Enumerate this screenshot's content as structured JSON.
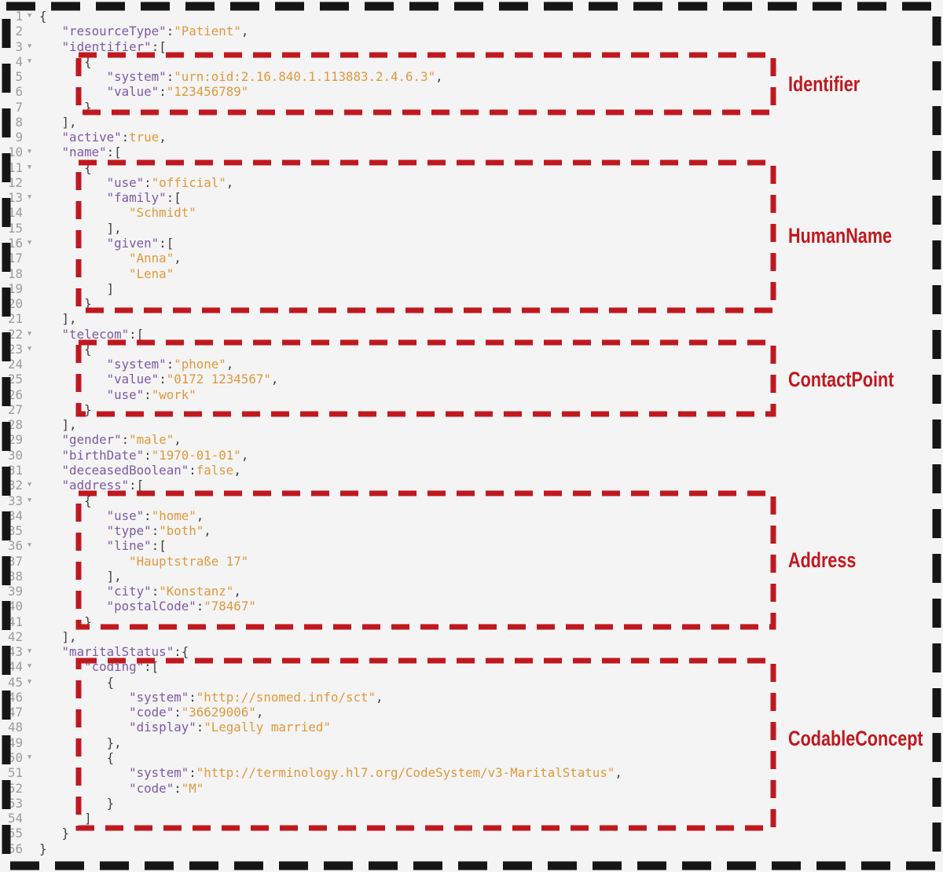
{
  "colors": {
    "background": "#f4f4f4",
    "key": "#7e59a6",
    "string": "#e0993c",
    "boolean": "#e0993c",
    "punctuation": "#414141",
    "line_number": "#9c9c9c",
    "fold_arrow": "#a2a2a2",
    "annotation_red": "#c0181f",
    "border_black": "#161616"
  },
  "editor": {
    "language": "json",
    "resource_type": "Patient",
    "fold_arrow_glyph": "▼",
    "lines": [
      {
        "n": 1,
        "f": 1,
        "c": [
          [
            "p",
            "{"
          ]
        ]
      },
      {
        "n": 2,
        "f": 0,
        "c": [
          [
            "p",
            "   "
          ],
          [
            "k",
            "\"resourceType\""
          ],
          [
            "p",
            ":"
          ],
          [
            "s",
            "\"Patient\""
          ],
          [
            "p",
            ","
          ]
        ]
      },
      {
        "n": 3,
        "f": 1,
        "c": [
          [
            "p",
            "   "
          ],
          [
            "k",
            "\"identifier\""
          ],
          [
            "p",
            ":["
          ]
        ]
      },
      {
        "n": 4,
        "f": 1,
        "c": [
          [
            "p",
            "      {"
          ]
        ]
      },
      {
        "n": 5,
        "f": 0,
        "c": [
          [
            "p",
            "         "
          ],
          [
            "k",
            "\"system\""
          ],
          [
            "p",
            ":"
          ],
          [
            "s",
            "\"urn:oid:2.16.840.1.113883.2.4.6.3\""
          ],
          [
            "p",
            ","
          ]
        ]
      },
      {
        "n": 6,
        "f": 0,
        "c": [
          [
            "p",
            "         "
          ],
          [
            "k",
            "\"value\""
          ],
          [
            "p",
            ":"
          ],
          [
            "s",
            "\"123456789\""
          ]
        ]
      },
      {
        "n": 7,
        "f": 0,
        "c": [
          [
            "p",
            "      }"
          ]
        ]
      },
      {
        "n": 8,
        "f": 0,
        "c": [
          [
            "p",
            "   ],"
          ]
        ]
      },
      {
        "n": 9,
        "f": 0,
        "c": [
          [
            "p",
            "   "
          ],
          [
            "k",
            "\"active\""
          ],
          [
            "p",
            ":"
          ],
          [
            "b",
            "true"
          ],
          [
            "p",
            ","
          ]
        ]
      },
      {
        "n": 10,
        "f": 1,
        "c": [
          [
            "p",
            "   "
          ],
          [
            "k",
            "\"name\""
          ],
          [
            "p",
            ":["
          ]
        ]
      },
      {
        "n": 11,
        "f": 1,
        "c": [
          [
            "p",
            "      {"
          ]
        ]
      },
      {
        "n": 12,
        "f": 0,
        "c": [
          [
            "p",
            "         "
          ],
          [
            "k",
            "\"use\""
          ],
          [
            "p",
            ":"
          ],
          [
            "s",
            "\"official\""
          ],
          [
            "p",
            ","
          ]
        ]
      },
      {
        "n": 13,
        "f": 1,
        "c": [
          [
            "p",
            "         "
          ],
          [
            "k",
            "\"family\""
          ],
          [
            "p",
            ":["
          ]
        ]
      },
      {
        "n": 14,
        "f": 0,
        "c": [
          [
            "p",
            "            "
          ],
          [
            "s",
            "\"Schmidt\""
          ]
        ]
      },
      {
        "n": 15,
        "f": 0,
        "c": [
          [
            "p",
            "         ],"
          ]
        ]
      },
      {
        "n": 16,
        "f": 1,
        "c": [
          [
            "p",
            "         "
          ],
          [
            "k",
            "\"given\""
          ],
          [
            "p",
            ":["
          ]
        ]
      },
      {
        "n": 17,
        "f": 0,
        "c": [
          [
            "p",
            "            "
          ],
          [
            "s",
            "\"Anna\""
          ],
          [
            "p",
            ","
          ]
        ]
      },
      {
        "n": 18,
        "f": 0,
        "c": [
          [
            "p",
            "            "
          ],
          [
            "s",
            "\"Lena\""
          ]
        ]
      },
      {
        "n": 19,
        "f": 0,
        "c": [
          [
            "p",
            "         ]"
          ]
        ]
      },
      {
        "n": 20,
        "f": 0,
        "c": [
          [
            "p",
            "      }"
          ]
        ]
      },
      {
        "n": 21,
        "f": 0,
        "c": [
          [
            "p",
            "   ],"
          ]
        ]
      },
      {
        "n": 22,
        "f": 1,
        "c": [
          [
            "p",
            "   "
          ],
          [
            "k",
            "\"telecom\""
          ],
          [
            "p",
            ":["
          ]
        ]
      },
      {
        "n": 23,
        "f": 1,
        "c": [
          [
            "p",
            "      {"
          ]
        ]
      },
      {
        "n": 24,
        "f": 0,
        "c": [
          [
            "p",
            "         "
          ],
          [
            "k",
            "\"system\""
          ],
          [
            "p",
            ":"
          ],
          [
            "s",
            "\"phone\""
          ],
          [
            "p",
            ","
          ]
        ]
      },
      {
        "n": 25,
        "f": 0,
        "c": [
          [
            "p",
            "         "
          ],
          [
            "k",
            "\"value\""
          ],
          [
            "p",
            ":"
          ],
          [
            "s",
            "\"0172 1234567\""
          ],
          [
            "p",
            ","
          ]
        ]
      },
      {
        "n": 26,
        "f": 0,
        "c": [
          [
            "p",
            "         "
          ],
          [
            "k",
            "\"use\""
          ],
          [
            "p",
            ":"
          ],
          [
            "s",
            "\"work\""
          ]
        ]
      },
      {
        "n": 27,
        "f": 0,
        "c": [
          [
            "p",
            "      }"
          ]
        ]
      },
      {
        "n": 28,
        "f": 0,
        "c": [
          [
            "p",
            "   ],"
          ]
        ]
      },
      {
        "n": 29,
        "f": 0,
        "c": [
          [
            "p",
            "   "
          ],
          [
            "k",
            "\"gender\""
          ],
          [
            "p",
            ":"
          ],
          [
            "s",
            "\"male\""
          ],
          [
            "p",
            ","
          ]
        ]
      },
      {
        "n": 30,
        "f": 0,
        "c": [
          [
            "p",
            "   "
          ],
          [
            "k",
            "\"birthDate\""
          ],
          [
            "p",
            ":"
          ],
          [
            "s",
            "\"1970-01-01\""
          ],
          [
            "p",
            ","
          ]
        ]
      },
      {
        "n": 31,
        "f": 0,
        "c": [
          [
            "p",
            "   "
          ],
          [
            "k",
            "\"deceasedBoolean\""
          ],
          [
            "p",
            ":"
          ],
          [
            "b",
            "false"
          ],
          [
            "p",
            ","
          ]
        ]
      },
      {
        "n": 32,
        "f": 1,
        "c": [
          [
            "p",
            "   "
          ],
          [
            "k",
            "\"address\""
          ],
          [
            "p",
            ":["
          ]
        ]
      },
      {
        "n": 33,
        "f": 1,
        "c": [
          [
            "p",
            "      {"
          ]
        ]
      },
      {
        "n": 34,
        "f": 0,
        "c": [
          [
            "p",
            "         "
          ],
          [
            "k",
            "\"use\""
          ],
          [
            "p",
            ":"
          ],
          [
            "s",
            "\"home\""
          ],
          [
            "p",
            ","
          ]
        ]
      },
      {
        "n": 35,
        "f": 0,
        "c": [
          [
            "p",
            "         "
          ],
          [
            "k",
            "\"type\""
          ],
          [
            "p",
            ":"
          ],
          [
            "s",
            "\"both\""
          ],
          [
            "p",
            ","
          ]
        ]
      },
      {
        "n": 36,
        "f": 1,
        "c": [
          [
            "p",
            "         "
          ],
          [
            "k",
            "\"line\""
          ],
          [
            "p",
            ":["
          ]
        ]
      },
      {
        "n": 37,
        "f": 0,
        "c": [
          [
            "p",
            "            "
          ],
          [
            "s",
            "\"Hauptstraße 17\""
          ]
        ]
      },
      {
        "n": 38,
        "f": 0,
        "c": [
          [
            "p",
            "         ],"
          ]
        ]
      },
      {
        "n": 39,
        "f": 0,
        "c": [
          [
            "p",
            "         "
          ],
          [
            "k",
            "\"city\""
          ],
          [
            "p",
            ":"
          ],
          [
            "s",
            "\"Konstanz\""
          ],
          [
            "p",
            ","
          ]
        ]
      },
      {
        "n": 40,
        "f": 0,
        "c": [
          [
            "p",
            "         "
          ],
          [
            "k",
            "\"postalCode\""
          ],
          [
            "p",
            ":"
          ],
          [
            "s",
            "\"78467\""
          ]
        ]
      },
      {
        "n": 41,
        "f": 0,
        "c": [
          [
            "p",
            "      }"
          ]
        ]
      },
      {
        "n": 42,
        "f": 0,
        "c": [
          [
            "p",
            "   ],"
          ]
        ]
      },
      {
        "n": 43,
        "f": 1,
        "c": [
          [
            "p",
            "   "
          ],
          [
            "k",
            "\"maritalStatus\""
          ],
          [
            "p",
            ":{"
          ]
        ]
      },
      {
        "n": 44,
        "f": 1,
        "c": [
          [
            "p",
            "      "
          ],
          [
            "k",
            "\"coding\""
          ],
          [
            "p",
            ":["
          ]
        ]
      },
      {
        "n": 45,
        "f": 1,
        "c": [
          [
            "p",
            "         {"
          ]
        ]
      },
      {
        "n": 46,
        "f": 0,
        "c": [
          [
            "p",
            "            "
          ],
          [
            "k",
            "\"system\""
          ],
          [
            "p",
            ":"
          ],
          [
            "s",
            "\"http://snomed.info/sct\""
          ],
          [
            "p",
            ","
          ]
        ]
      },
      {
        "n": 47,
        "f": 0,
        "c": [
          [
            "p",
            "            "
          ],
          [
            "k",
            "\"code\""
          ],
          [
            "p",
            ":"
          ],
          [
            "s",
            "\"36629006\""
          ],
          [
            "p",
            ","
          ]
        ]
      },
      {
        "n": 48,
        "f": 0,
        "c": [
          [
            "p",
            "            "
          ],
          [
            "k",
            "\"display\""
          ],
          [
            "p",
            ":"
          ],
          [
            "s",
            "\"Legally married\""
          ]
        ]
      },
      {
        "n": 49,
        "f": 0,
        "c": [
          [
            "p",
            "         },"
          ]
        ]
      },
      {
        "n": 50,
        "f": 1,
        "c": [
          [
            "p",
            "         {"
          ]
        ]
      },
      {
        "n": 51,
        "f": 0,
        "c": [
          [
            "p",
            "            "
          ],
          [
            "k",
            "\"system\""
          ],
          [
            "p",
            ":"
          ],
          [
            "s",
            "\"http://terminology.hl7.org/CodeSystem/v3-MaritalStatus\""
          ],
          [
            "p",
            ","
          ]
        ]
      },
      {
        "n": 52,
        "f": 0,
        "c": [
          [
            "p",
            "            "
          ],
          [
            "k",
            "\"code\""
          ],
          [
            "p",
            ":"
          ],
          [
            "s",
            "\"M\""
          ]
        ]
      },
      {
        "n": 53,
        "f": 0,
        "c": [
          [
            "p",
            "         }"
          ]
        ]
      },
      {
        "n": 54,
        "f": 0,
        "c": [
          [
            "p",
            "      ]"
          ]
        ]
      },
      {
        "n": 55,
        "f": 0,
        "c": [
          [
            "p",
            "   }"
          ]
        ]
      },
      {
        "n": 56,
        "f": 0,
        "c": [
          [
            "p",
            "}"
          ]
        ]
      }
    ]
  },
  "annotations": {
    "boxes": [
      {
        "label": "Identifier"
      },
      {
        "label": "HumanName"
      },
      {
        "label": "ContactPoint"
      },
      {
        "label": "Address"
      },
      {
        "label": "CodableConcept"
      }
    ]
  }
}
